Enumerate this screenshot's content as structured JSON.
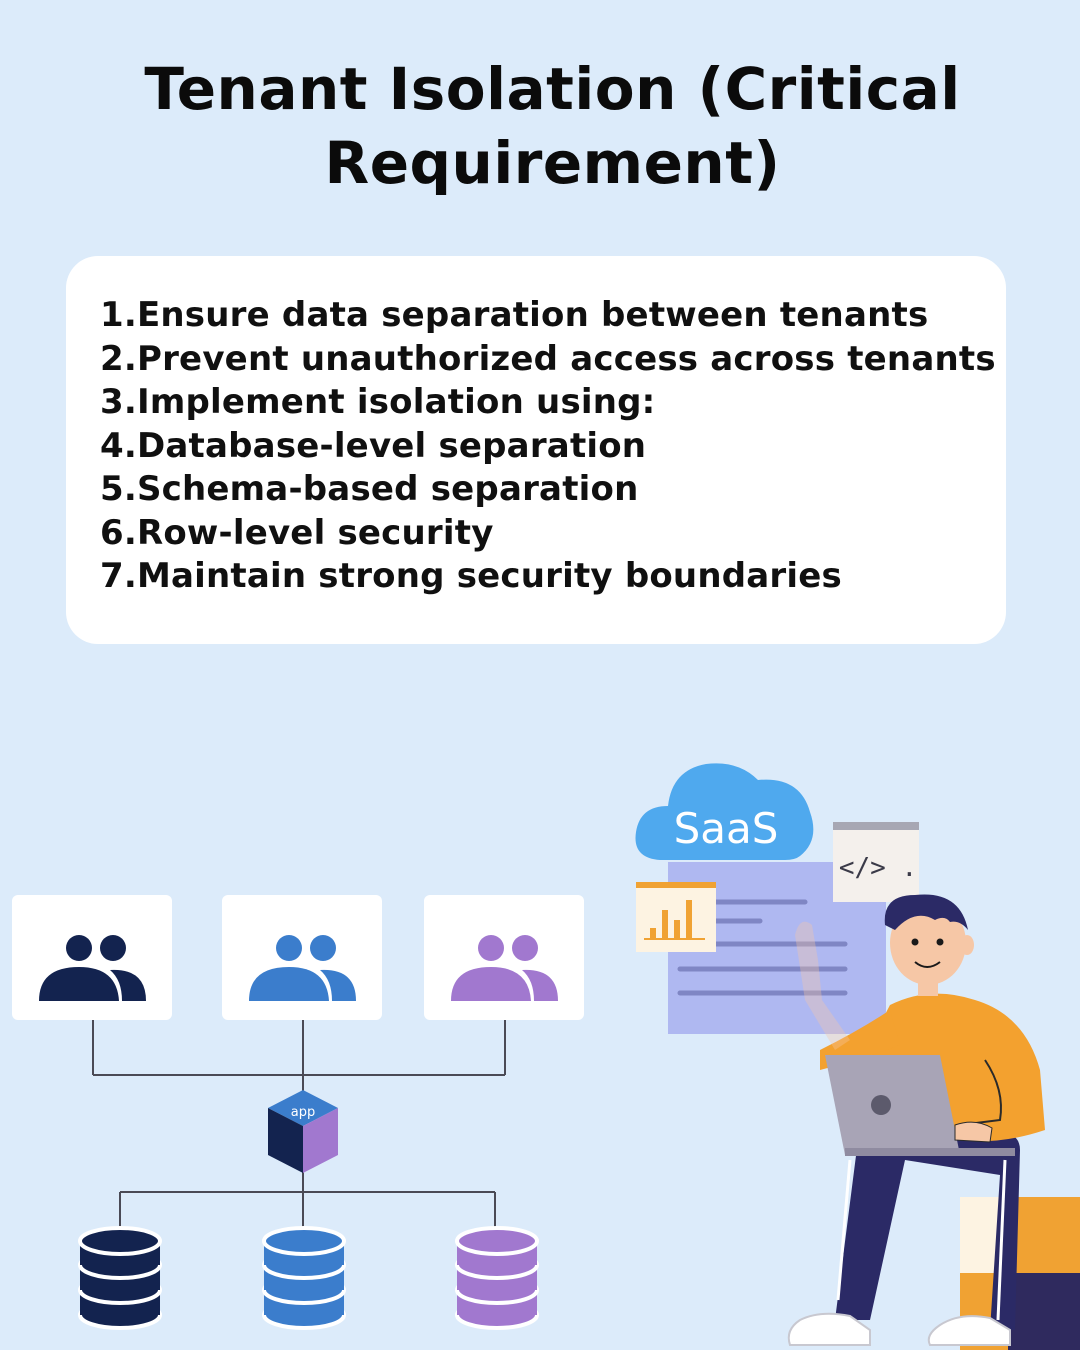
{
  "title": "Tenant Isolation (Critical Requirement)",
  "points": [
    "1.Ensure data separation between tenants",
    "2.Prevent unauthorized access across tenants",
    "3.Implement isolation using:",
    "4.Database-level separation",
    "5.Schema-based separation",
    "6.Row-level security",
    "7.Maintain strong security boundaries"
  ],
  "diagram": {
    "app_label": "app",
    "tenant_colors": [
      "#13234f",
      "#3b7dcc",
      "#a178cf"
    ]
  },
  "illustration": {
    "cloud_label": "SaaS",
    "code_label": "</> ."
  },
  "colors": {
    "background": "#dcebfa",
    "card": "#ffffff",
    "person_shirt": "#f3a12f",
    "person_pants": "#2b2a66"
  }
}
